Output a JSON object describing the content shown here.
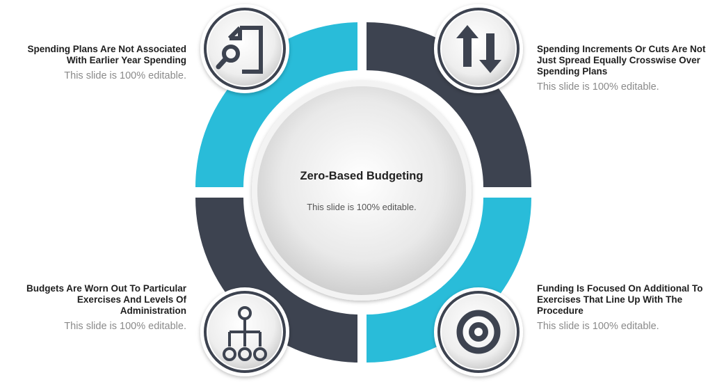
{
  "center": {
    "title": "Zero-Based Budgeting",
    "subtitle": "This slide is 100% editable."
  },
  "items": [
    {
      "title": "Spending Plans Are Not Associated With Earlier Year Spending",
      "subtitle": "This slide is 100% editable.",
      "icon": "document-search-icon",
      "color": "#29bcd9"
    },
    {
      "title": "Spending Increments Or Cuts Are Not Just Spread Equally Crosswise Over Spending Plans",
      "subtitle": "This slide is 100% editable.",
      "icon": "up-down-arrows-icon",
      "color": "#3d4350"
    },
    {
      "title": "Budgets Are Worn Out To Particular Exercises And  Levels Of Administration",
      "subtitle": "This slide is 100% editable.",
      "icon": "hierarchy-icon",
      "color": "#3d4350"
    },
    {
      "title": "Funding Is Focused On Additional To Exercises That Line Up With The Procedure",
      "subtitle": "This slide is 100% editable.",
      "icon": "target-icon",
      "color": "#29bcd9"
    }
  ]
}
